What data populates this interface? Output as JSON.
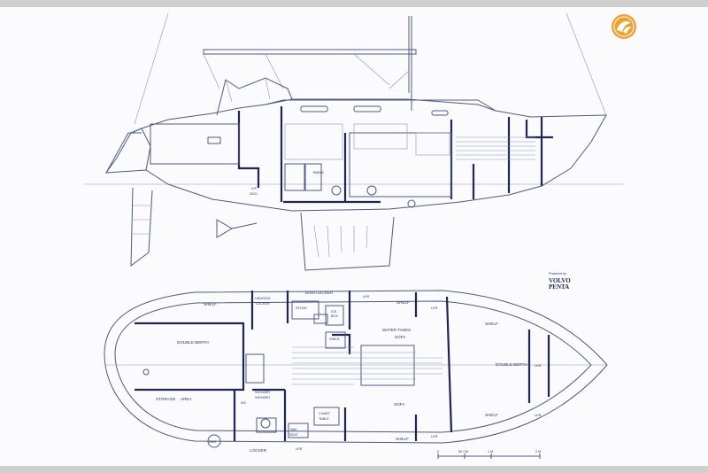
{
  "logo": {
    "icon": "orange-circle-logo-icon",
    "color": "#f0a030"
  },
  "engine": {
    "caption": "Powered by",
    "brand_line1": "VOLVO",
    "brand_line2": "PENTA"
  },
  "profile_labels": {
    "vp": "V/P",
    "vp_model": "2020",
    "bwms": "BWMS"
  },
  "deck_labels": {
    "shelf_fwd_port": "SHELF",
    "hanging_locker": "HANGING",
    "hanging_locker_2": "LOCKER",
    "dish_locker": "DISH LOCKER",
    "lkr_1": "LKR",
    "shelf_2": "SHELF",
    "lkr_2": "LKR",
    "stove": "STOVE",
    "ice_box_1": "ICE",
    "ice_box_2": "BOX",
    "sinks": "SINKS",
    "water_tank": "WATER TANKS",
    "sofa_top": "SOFA",
    "shelf_3": "SHELF",
    "double_berth_aft": "DOUBLE BERTH",
    "double_berth_fwd": "DOUBLE BERTH",
    "lkr_3": "LKR",
    "storage": "STORAGE",
    "area": "AREA",
    "wc": "WC",
    "shower_1": "SHOWER",
    "shower_2": "SHOWER",
    "chart_table_1": "CHART",
    "chart_table_2": "TABLE",
    "sofa_bottom": "SOFA",
    "shelf_4": "SHELF",
    "lkr_4": "LKR",
    "nav_seat_1": "NAV",
    "nav_seat_2": "SEAT",
    "gas": "GAS",
    "locker": "LOCKER",
    "lkr_5": "LKR",
    "shelf_5": "SHELF",
    "lkr_6": "LKR"
  },
  "scale_bar": {
    "labels": [
      "0",
      "50 CM",
      "1 M",
      "2 M"
    ]
  },
  "colors": {
    "line": "#4b5a86",
    "heavy": "#1c2755",
    "paper": "#fbfbfd"
  }
}
